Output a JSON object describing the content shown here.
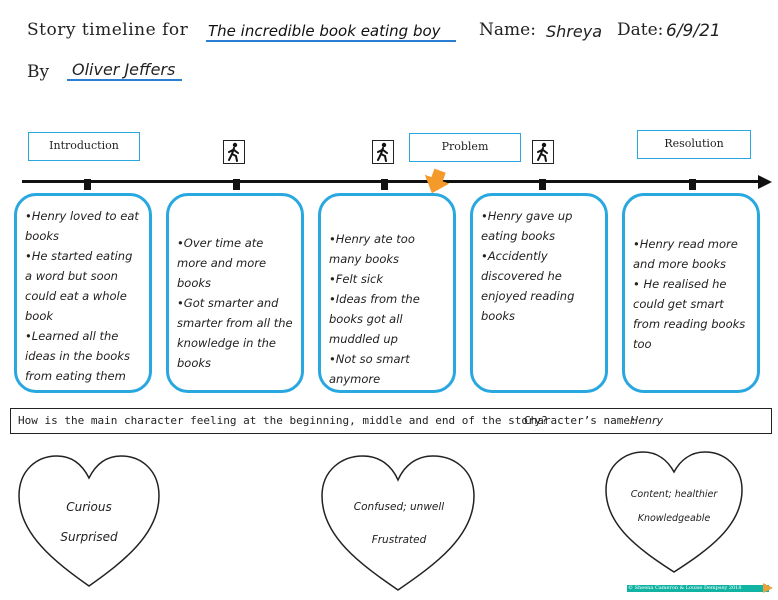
{
  "header": {
    "title_label": "Story timeline for",
    "book_title": "The incredible book eating boy",
    "name_label": "Name:",
    "name_value": "Shreya",
    "date_label": "Date:",
    "date_value": "6/9/21",
    "by_label": "By",
    "author": "Oliver Jeffers"
  },
  "stages": {
    "introduction": "Introduction",
    "problem": "Problem",
    "resolution": "Resolution"
  },
  "icons": {
    "walking_person": "walking-person-icon",
    "current_marker": "orange-down-arrow-icon"
  },
  "events": [
    {
      "bullets": [
        "•Henry loved to eat books",
        "•He started eating a word but soon could eat a whole book",
        "•Learned all the ideas in the books from eating them"
      ]
    },
    {
      "bullets": [
        "•Over time ate more and more books",
        "•Got smarter and smarter from all the knowledge in the books"
      ]
    },
    {
      "bullets": [
        "•Henry ate too many books",
        "•Felt sick",
        "•Ideas from the books got all muddled up",
        "•Not so smart anymore"
      ]
    },
    {
      "bullets": [
        "•Henry gave up eating books",
        "•Accidently discovered he enjoyed reading books"
      ]
    },
    {
      "bullets": [
        "•Henry read more and more books",
        "• He realised he could get smart from reading books too"
      ]
    }
  ],
  "feelings": {
    "question": "How is the main character feeling at the beginning, middle and end of the story?",
    "character_name_label": "Character’s name:",
    "character_name_value": "Henry",
    "beginning": [
      "Curious",
      "Surprised"
    ],
    "middle": [
      "Confused; unwell",
      "Frustrated"
    ],
    "end": [
      "Content; healthier",
      "Knowledgeable"
    ]
  },
  "footer": {
    "copyright": "© Sheena Cameron & Louise Dempsey 2018"
  },
  "colors": {
    "accent_blue": "#29a8e0",
    "underline_blue": "#2a7fd4",
    "marker_orange": "#f39a2b",
    "footer_teal": "#11b3a2"
  }
}
